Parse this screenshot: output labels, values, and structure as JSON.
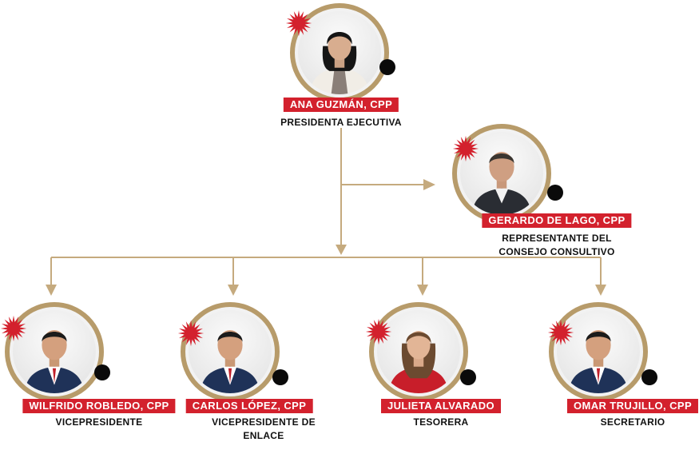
{
  "colors": {
    "ring": "#b79b6a",
    "nameplate": "#d3212d",
    "accent_burst": "#d3212d",
    "connector": "#c5aa7e",
    "dot": "#0a0a0a"
  },
  "members": {
    "president": {
      "name": "ANA GUZMÁN, CPP",
      "role": "PRESIDENTA  EJECUTIVA",
      "icon": "person-photo"
    },
    "council_rep": {
      "name": "GERARDO DE LAGO, CPP",
      "role": "REPRESENTANTE DEL CONSEJO CONSULTIVO",
      "icon": "person-photo"
    },
    "vp": {
      "name": "WILFRIDO ROBLEDO, CPP",
      "role": "VICEPRESIDENTE",
      "icon": "person-photo"
    },
    "vp_liaison": {
      "name": "CARLOS LÓPEZ, CPP",
      "role": "VICEPRESIDENTE DE ENLACE",
      "icon": "person-photo"
    },
    "treasurer": {
      "name": "JULIETA ALVARADO",
      "role": "TESORERA",
      "icon": "person-photo"
    },
    "secretary": {
      "name": "OMAR TRUJILLO, CPP",
      "role": "SECRETARIO",
      "icon": "person-photo"
    }
  }
}
